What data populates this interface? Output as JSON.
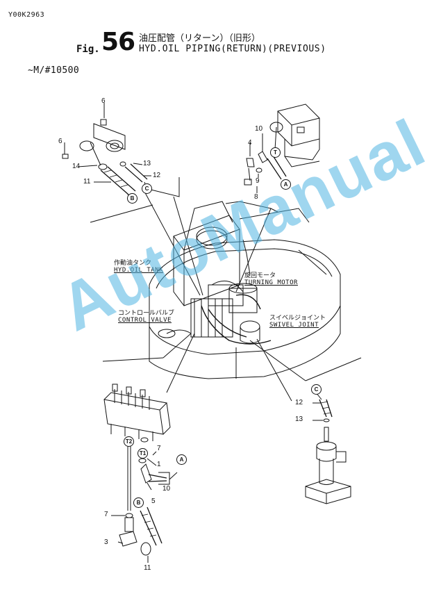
{
  "document": {
    "id": "Y00K2963",
    "fig_prefix": "Fig.",
    "fig_number": "56",
    "title_jp": "油圧配管（リターン）（旧形）",
    "title_en": "HYD.OIL PIPING(RETURN)(PREVIOUS)",
    "serial_range": "~M/#10500"
  },
  "callouts": {
    "hyd_oil_tank": {
      "jp": "作動油タンク",
      "en": "HYD.OIL TANK"
    },
    "turning_motor": {
      "jp": "旋回モータ",
      "en": "TURNING MOTOR"
    },
    "control_valve": {
      "jp": "コントロールバルブ",
      "en": "CONTROL VALVE"
    },
    "swivel_joint": {
      "jp": "スイベルジョイント",
      "en": "SWIVEL JOINT"
    }
  },
  "part_numbers": {
    "tl_6a": "6",
    "tl_6b": "6",
    "tl_14": "14",
    "tl_13": "13",
    "tl_12": "12",
    "tl_11": "11",
    "tr_10": "10",
    "tr_4": "4",
    "tr_9": "9",
    "tr_8": "8",
    "bl_7a": "7",
    "bl_1": "1",
    "bl_10": "10",
    "bl_5": "5",
    "bl_7b": "7",
    "bl_3": "3",
    "bl_11": "11",
    "br_12": "12",
    "br_13": "13"
  },
  "connection_markers": {
    "tl_b": "B",
    "tl_c": "C",
    "tr_t": "T",
    "tr_a": "A",
    "bl_t2": "T2",
    "bl_t1": "T1",
    "bl_a": "A",
    "bl_b": "B",
    "br_c": "C"
  },
  "watermark": {
    "text": "AutoManual",
    "color": "#50b4e1"
  }
}
